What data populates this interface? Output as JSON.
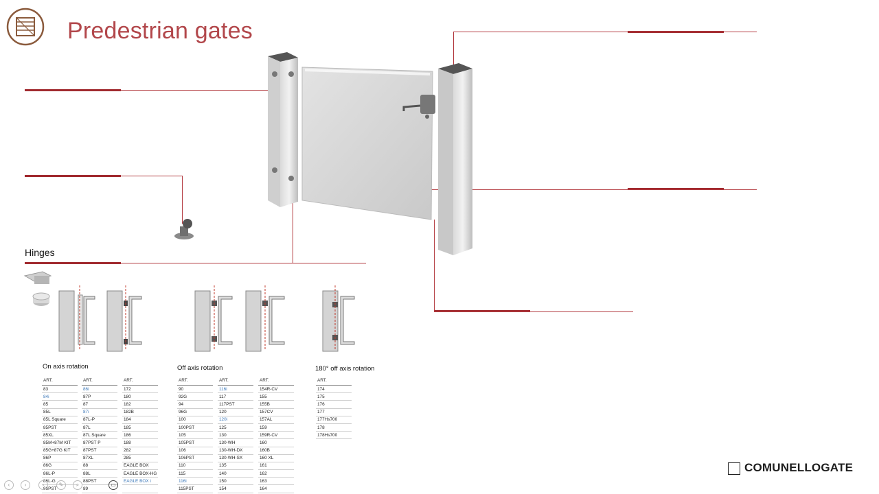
{
  "title": "Predestrian gates",
  "hinges_label": "Hinges",
  "brand": {
    "name": "COMUNELLOGATE"
  },
  "colors": {
    "accent": "#b2474b",
    "rule": "#a12a2f",
    "link": "#3b77b8"
  },
  "groups": [
    {
      "caption": "On axis rotation",
      "header": "ART.",
      "columns": [
        [
          "83",
          "84i",
          "85",
          "85L",
          "85L Square",
          "85PST",
          "85XL",
          "85M+87M KIT",
          "85G+87G KIT",
          "86P",
          "86G",
          "86L-P",
          "86L-G",
          "86PST"
        ],
        [
          "86i",
          "87P",
          "87",
          "87i",
          "87L-P",
          "87L",
          "87L Square",
          "87PST P",
          "87PST",
          "87XL",
          "88",
          "88L",
          "88PST",
          "89"
        ],
        [
          "172",
          "180",
          "182",
          "182B",
          "184",
          "185",
          "186",
          "188",
          "282",
          "285",
          "EAGLE BOX",
          "EAGLE BOX-HG",
          "EAGLE BOX i",
          ""
        ]
      ],
      "highlighted": [
        "84i",
        "86i",
        "87i",
        "EAGLE BOX i"
      ]
    },
    {
      "caption": "Off axis rotation",
      "header": "ART.",
      "columns": [
        [
          "90",
          "92G",
          "94",
          "96G",
          "100",
          "100PST",
          "105",
          "105PST",
          "106",
          "106PST",
          "110",
          "115",
          "116i",
          "115PST"
        ],
        [
          "116i",
          "117",
          "117PST",
          "120",
          "120i",
          "125",
          "130",
          "130-WH",
          "130-WH-DX",
          "130-WH-SX",
          "135",
          "140",
          "150",
          "154"
        ],
        [
          "154R-CV",
          "155",
          "155B",
          "157CV",
          "157AL",
          "159",
          "159R-CV",
          "160",
          "160B",
          "160 XL",
          "161",
          "162",
          "163",
          "164"
        ]
      ],
      "highlighted": [
        "116i",
        "120i"
      ]
    },
    {
      "caption": "180° off axis rotation",
      "header": "ART.",
      "columns": [
        [
          "174",
          "175",
          "176",
          "177",
          "177Hs700",
          "178",
          "178Hs700"
        ]
      ],
      "highlighted": []
    }
  ],
  "player_controls": [
    "prev-icon",
    "play-icon",
    "next-icon",
    "pen-icon",
    "search-icon",
    "video-icon"
  ]
}
